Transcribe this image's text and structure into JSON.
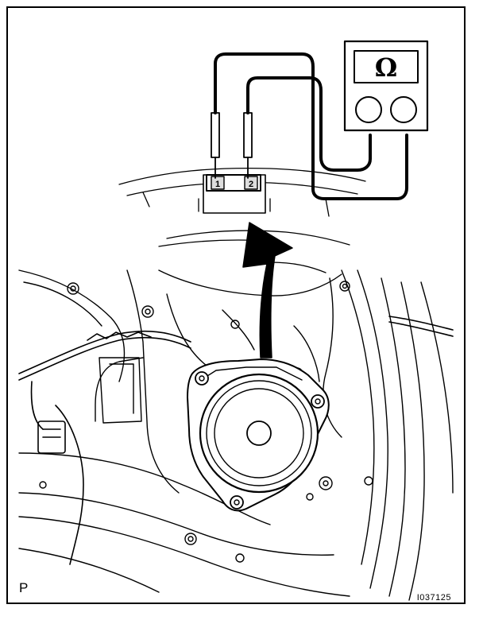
{
  "meter": {
    "symbol": "Ω",
    "icon": "ohmmeter-icon"
  },
  "connector": {
    "pin1": "1",
    "pin2": "2"
  },
  "labels": {
    "corner": "P",
    "ref_code": "I037125"
  },
  "colors": {
    "ink": "#000000",
    "paper": "#ffffff"
  }
}
